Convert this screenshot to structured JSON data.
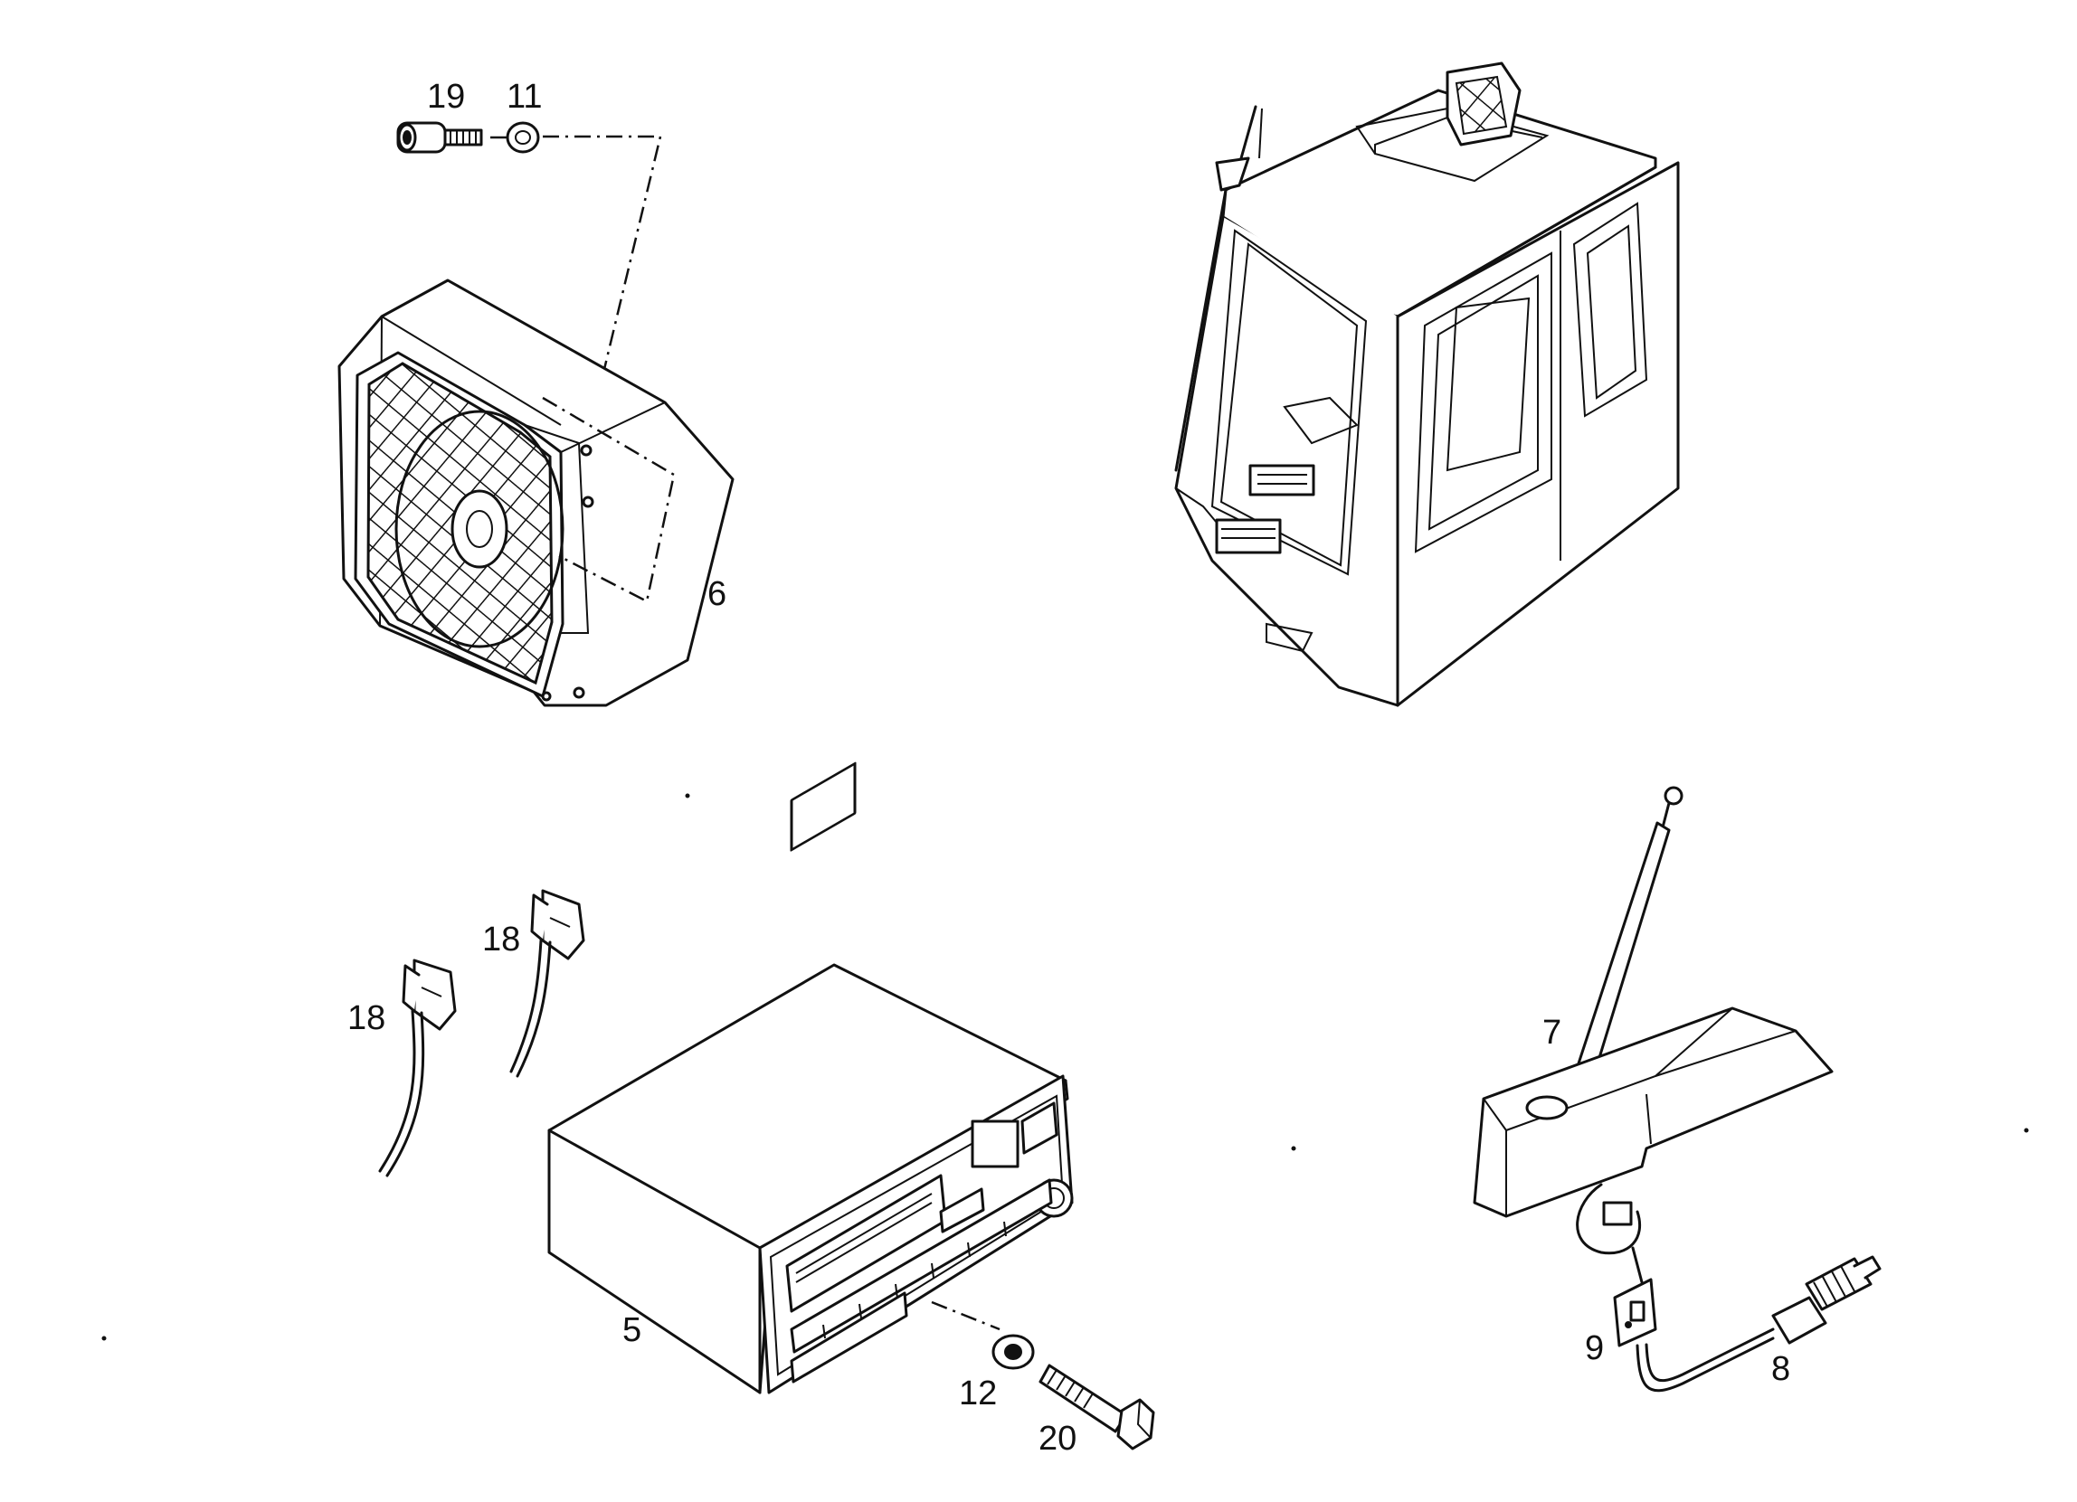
{
  "callouts": {
    "bolt_top": "19",
    "washer_top": "11",
    "speaker": "6",
    "plug_upper": "18",
    "plug_lower": "18",
    "radio": "5",
    "washer_bottom": "12",
    "bolt_bottom": "20",
    "antenna": "7",
    "antenna_mount": "9",
    "antenna_cable": "8"
  },
  "icons": {
    "speaker": "speaker-icon",
    "cab": "cab-icon",
    "radio": "radio-cassette-icon",
    "antenna": "antenna-icon",
    "plug": "plug-connector-icon",
    "bolt": "bolt-icon",
    "washer": "washer-icon"
  }
}
